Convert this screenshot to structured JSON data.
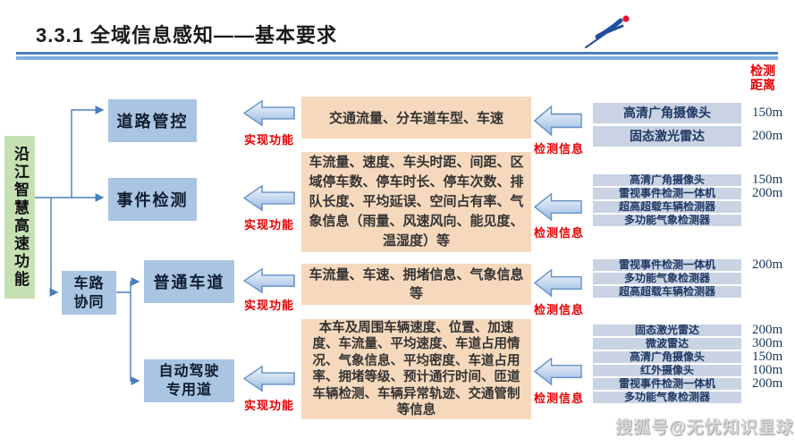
{
  "title": "3.3.1 全域信息感知——基本要求",
  "column_header": [
    "检测",
    "距离"
  ],
  "root_label": "沿江智慧高速功能",
  "labels": {
    "realize": "实现功能",
    "detect": "检测信息"
  },
  "functions": {
    "road_control": "道路管控",
    "event_detect": "事件检测",
    "vehicle_road": [
      "车路",
      "协同"
    ],
    "normal_lane": "普通车道",
    "auto_lane": [
      "自动驾驶",
      "专用道"
    ]
  },
  "info_boxes": [
    "交通流量、分车道车型、车速",
    "车流量、速度、车头时距、间距、区域停车数、停车时长、停车次数、排队长度、平均延误、空间占有率、气象信息（雨量、风速风向、能见度、温湿度）等",
    "车流量、车速、拥堵信息、气象信息等",
    "本车及周围车辆速度、位置、加速度、车流量、平均速度、车道占用情况、气象信息、平均密度、车道占用率、拥堵等级、预计通行时间、匝道车辆检测、车辆异常轨迹、交通管制等信息"
  ],
  "devices": {
    "s1": [
      {
        "name": "高清广角摄像头",
        "distance": "150m"
      },
      {
        "name": "固态激光雷达",
        "distance": "200m"
      }
    ],
    "s2": [
      {
        "name": "高清广角摄像头",
        "distance": "150m"
      },
      {
        "name": "雷视事件检测一体机",
        "distance": "200m"
      },
      {
        "name": "超高超载车辆检测器",
        "distance": ""
      },
      {
        "name": "多功能气象检测器",
        "distance": ""
      }
    ],
    "s3": [
      {
        "name": "雷视事件检测一体机",
        "distance": "200m"
      },
      {
        "name": "多功能气象检测器",
        "distance": ""
      },
      {
        "name": "超高超载车辆检测器",
        "distance": ""
      }
    ],
    "s4": [
      {
        "name": "固态激光雷达",
        "distance": "200m"
      },
      {
        "name": "微波雷达",
        "distance": "300m"
      },
      {
        "name": "高清广角摄像头",
        "distance": "150m"
      },
      {
        "name": "红外摄像头",
        "distance": "100m"
      },
      {
        "name": "雷视事件检测一体机",
        "distance": "200m"
      },
      {
        "name": "多功能气象检测器",
        "distance": ""
      }
    ]
  },
  "watermark": "搜狐号@无忧知识星球",
  "colors": {
    "green_box": "#c6e0b4",
    "blue_box": "#a9c5e2",
    "orange_box": "#f6d9bd",
    "device_bar": "#c9d3e3",
    "red_label": "#e60000",
    "navy_text": "#17375e",
    "connector": "#4a7ebb",
    "rule_blue": "#4a7ebb"
  }
}
